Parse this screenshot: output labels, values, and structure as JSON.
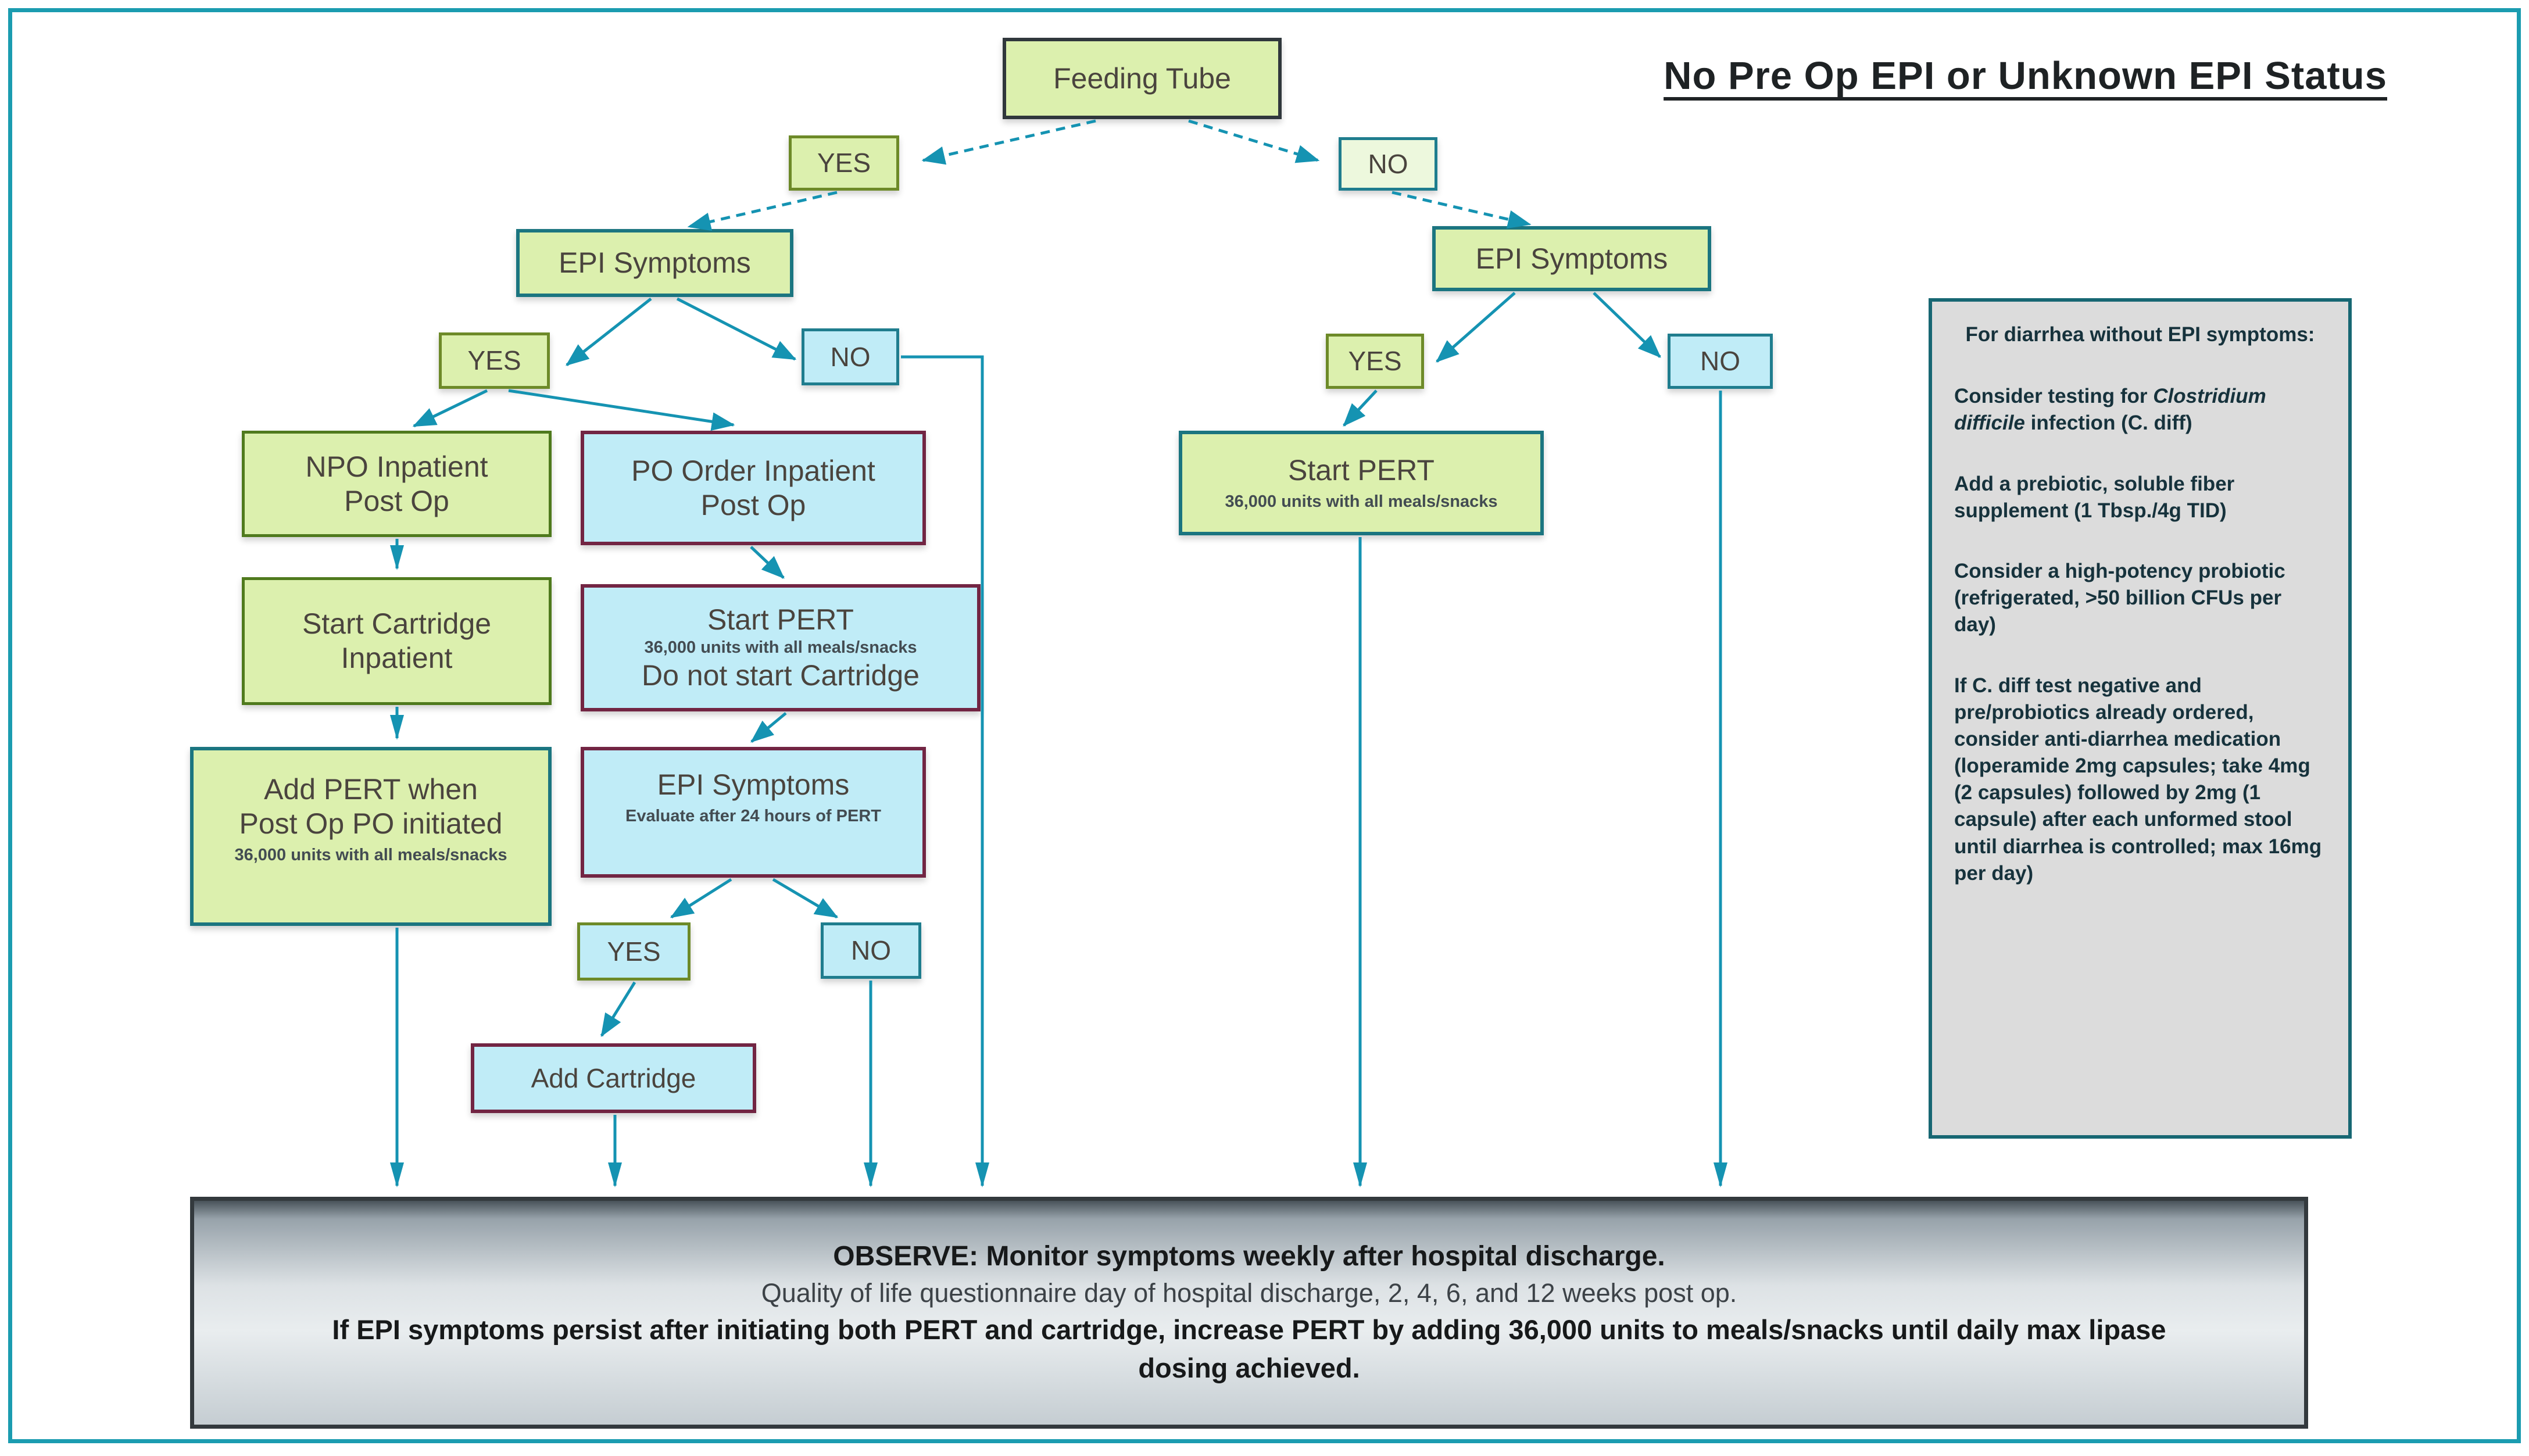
{
  "header": {
    "title": "No Pre Op EPI or Unknown EPI Status"
  },
  "nodes": {
    "feeding_tube": {
      "label": "Feeding Tube"
    },
    "yes_top_left": {
      "label": "YES"
    },
    "no_top_right": {
      "label": "NO"
    },
    "epi_symptoms_left": {
      "label": "EPI Symptoms"
    },
    "epi_symptoms_right": {
      "label": "EPI Symptoms"
    },
    "yes_left": {
      "label": "YES"
    },
    "no_left": {
      "label": "NO"
    },
    "yes_right": {
      "label": "YES"
    },
    "no_right": {
      "label": "NO"
    },
    "npo_inpatient": {
      "line1": "NPO Inpatient",
      "line2": "Post Op"
    },
    "po_order_inpatient": {
      "line1": "PO Order Inpatient",
      "line2": "Post Op"
    },
    "start_pert_right": {
      "line1": "Start PERT",
      "sub": "36,000 units with all meals/snacks"
    },
    "start_cartridge": {
      "line1": "Start Cartridge",
      "line2": "Inpatient"
    },
    "start_pert_mid": {
      "line1": "Start PERT",
      "sub": "36,000 units with all meals/snacks",
      "line2": "Do not start Cartridge"
    },
    "add_pert": {
      "line1": "Add PERT when",
      "line2": "Post Op PO initiated",
      "sub": "36,000 units with all meals/snacks"
    },
    "epi_symptoms_eval": {
      "line1": "EPI Symptoms",
      "sub": "Evaluate after 24 hours of PERT"
    },
    "yes_mid": {
      "label": "YES"
    },
    "no_mid": {
      "label": "NO"
    },
    "add_cartridge": {
      "label": "Add Cartridge"
    }
  },
  "sidebar": {
    "title": "For diarrhea without EPI symptoms:",
    "p1_prefix": "Consider testing for ",
    "p1_italic": "Clostridium difficile",
    "p1_suffix": " infection (C. diff)",
    "p2": "Add a prebiotic, soluble fiber supplement (1 Tbsp./4g TID)",
    "p3": "Consider a high-potency probiotic (refrigerated, >50 billion CFUs per day)",
    "p4": "If C. diff test negative and pre/probiotics already ordered, consider anti-diarrhea medication (loperamide 2mg capsules; take 4mg (2 capsules) followed by 2mg (1 capsule) after each unformed stool until diarrhea is controlled; max 16mg per day)"
  },
  "observe": {
    "line1": "OBSERVE: Monitor symptoms weekly after hospital discharge.",
    "line2": "Quality of life questionnaire day of hospital discharge, 2, 4, 6, and 12 weeks post op.",
    "line3": "If EPI symptoms persist after initiating both PERT and cartridge, increase PERT by adding 36,000 units to meals/snacks until daily max lipase dosing achieved."
  },
  "edges": [
    {
      "from": "feeding_tube",
      "to": "yes_top_left",
      "style": "dashed"
    },
    {
      "from": "feeding_tube",
      "to": "no_top_right",
      "style": "dashed"
    },
    {
      "from": "yes_top_left",
      "to": "epi_symptoms_left",
      "style": "dashed"
    },
    {
      "from": "no_top_right",
      "to": "epi_symptoms_right",
      "style": "dashed"
    },
    {
      "from": "epi_symptoms_left",
      "to": "yes_left",
      "style": "solid"
    },
    {
      "from": "epi_symptoms_left",
      "to": "no_left",
      "style": "solid"
    },
    {
      "from": "yes_left",
      "to": "npo_inpatient",
      "style": "solid"
    },
    {
      "from": "yes_left",
      "to": "po_order_inpatient",
      "style": "solid"
    },
    {
      "from": "npo_inpatient",
      "to": "start_cartridge",
      "style": "solid"
    },
    {
      "from": "start_cartridge",
      "to": "add_pert",
      "style": "solid"
    },
    {
      "from": "add_pert",
      "to": "observe",
      "style": "solid"
    },
    {
      "from": "no_left",
      "to": "observe",
      "style": "solid"
    },
    {
      "from": "po_order_inpatient",
      "to": "start_pert_mid",
      "style": "solid"
    },
    {
      "from": "start_pert_mid",
      "to": "epi_symptoms_eval",
      "style": "solid"
    },
    {
      "from": "epi_symptoms_eval",
      "to": "yes_mid",
      "style": "solid"
    },
    {
      "from": "epi_symptoms_eval",
      "to": "no_mid",
      "style": "solid"
    },
    {
      "from": "yes_mid",
      "to": "add_cartridge",
      "style": "solid"
    },
    {
      "from": "add_cartridge",
      "to": "observe",
      "style": "solid"
    },
    {
      "from": "no_mid",
      "to": "observe",
      "style": "solid"
    },
    {
      "from": "epi_symptoms_right",
      "to": "yes_right",
      "style": "solid"
    },
    {
      "from": "epi_symptoms_right",
      "to": "no_right",
      "style": "solid"
    },
    {
      "from": "yes_right",
      "to": "start_pert_right",
      "style": "solid"
    },
    {
      "from": "start_pert_right",
      "to": "observe",
      "style": "solid"
    },
    {
      "from": "no_right",
      "to": "observe",
      "style": "solid"
    }
  ],
  "colors": {
    "frame_teal": "#1b9cb0",
    "arrow_teal": "#1593b2",
    "green_fill": "#dcf0ae",
    "pale_green_fill": "#edf8dd",
    "cyan_fill": "#c0ecf7",
    "olive_border": "#6d8a28",
    "teal_border": "#1b7580",
    "maroon_border": "#722543",
    "green_border": "#4f7a1d",
    "dark_border": "#30373c",
    "sidebar_fill": "#dcdcdc",
    "sidebar_border": "#176773",
    "observe_border": "#33393d"
  }
}
